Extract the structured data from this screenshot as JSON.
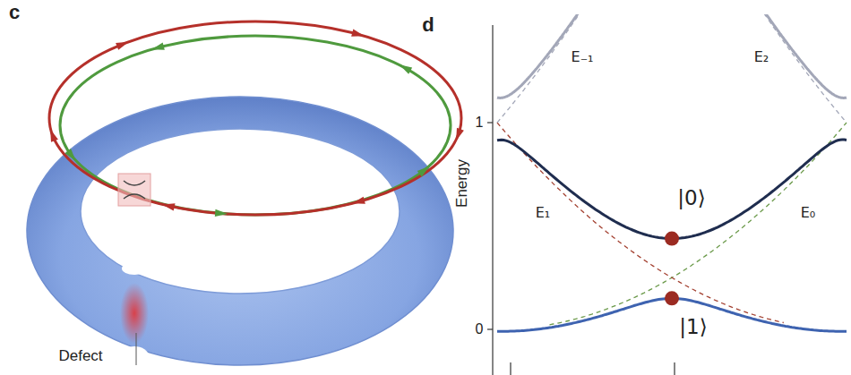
{
  "diagram": {
    "labels": [
      "c",
      "d",
      "Defect",
      "Energy",
      "1",
      "0",
      "E₋₁",
      "E₂",
      "E₁",
      "E₀",
      "|0⟩",
      "|1⟩"
    ]
  }
}
